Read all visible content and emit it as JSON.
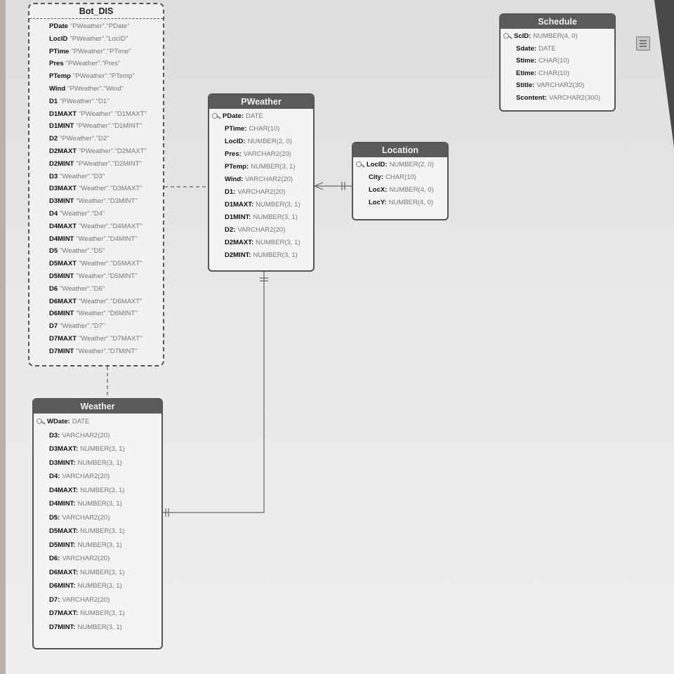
{
  "entities": {
    "bot_dis": {
      "title": "Bot_DIS",
      "columns": [
        {
          "name": "PDate",
          "type": "\"PWeather\".\"PDate\""
        },
        {
          "name": "LocID",
          "type": "\"PWeather\".\"LocID\""
        },
        {
          "name": "PTime",
          "type": "\"PWeather\".\"PTime\""
        },
        {
          "name": "Pres",
          "type": "\"PWeather\".\"Pres\""
        },
        {
          "name": "PTemp",
          "type": "\"PWeather\".\"PTemp\""
        },
        {
          "name": "Wind",
          "type": "\"PWeather\".\"Wind\""
        },
        {
          "name": "D1",
          "type": "\"PWeather\".\"D1\""
        },
        {
          "name": "D1MAXT",
          "type": "\"PWeather\".\"D1MAXT\""
        },
        {
          "name": "D1MINT",
          "type": "\"PWeather\".\"D1MINT\""
        },
        {
          "name": "D2",
          "type": "\"PWeather\".\"D2\""
        },
        {
          "name": "D2MAXT",
          "type": "\"PWeather\".\"D2MAXT\""
        },
        {
          "name": "D2MINT",
          "type": "\"PWeather\".\"D2MINT\""
        },
        {
          "name": "D3",
          "type": "\"Weather\".\"D3\""
        },
        {
          "name": "D3MAXT",
          "type": "\"Weather\".\"D3MAXT\""
        },
        {
          "name": "D3MINT",
          "type": "\"Weather\".\"D3MINT\""
        },
        {
          "name": "D4",
          "type": "\"Weather\".\"D4\""
        },
        {
          "name": "D4MAXT",
          "type": "\"Weather\".\"D4MAXT\""
        },
        {
          "name": "D4MINT",
          "type": "\"Weather\".\"D4MINT\""
        },
        {
          "name": "D5",
          "type": "\"Weather\".\"D5\""
        },
        {
          "name": "D5MAXT",
          "type": "\"Weather\".\"D5MAXT\""
        },
        {
          "name": "D5MINT",
          "type": "\"Weather\".\"D5MINT\""
        },
        {
          "name": "D6",
          "type": "\"Weather\".\"D6\""
        },
        {
          "name": "D6MAXT",
          "type": "\"Weather\".\"D6MAXT\""
        },
        {
          "name": "D6MINT",
          "type": "\"Weather\".\"D6MINT\""
        },
        {
          "name": "D7",
          "type": "\"Weather\".\"D7\""
        },
        {
          "name": "D7MAXT",
          "type": "\"Weather\".\"D7MAXT\""
        },
        {
          "name": "D7MINT",
          "type": "\"Weather\".\"D7MINT\""
        }
      ]
    },
    "pweather": {
      "title": "PWeather",
      "columns": [
        {
          "name": "PDate:",
          "type": "DATE",
          "key": true
        },
        {
          "name": "PTime:",
          "type": "CHAR(10)"
        },
        {
          "name": "LocID:",
          "type": "NUMBER(2, 0)"
        },
        {
          "name": "Pres:",
          "type": "VARCHAR2(20)"
        },
        {
          "name": "PTemp:",
          "type": "NUMBER(3, 1)"
        },
        {
          "name": "Wind:",
          "type": "VARCHAR2(20)"
        },
        {
          "name": "D1:",
          "type": "VARCHAR2(20)"
        },
        {
          "name": "D1MAXT:",
          "type": "NUMBER(3, 1)"
        },
        {
          "name": "D1MINT:",
          "type": "NUMBER(3, 1)"
        },
        {
          "name": "D2:",
          "type": "VARCHAR2(20)"
        },
        {
          "name": "D2MAXT:",
          "type": "NUMBER(3, 1)"
        },
        {
          "name": "D2MINT:",
          "type": "NUMBER(3, 1)"
        }
      ]
    },
    "location": {
      "title": "Location",
      "columns": [
        {
          "name": "LocID:",
          "type": "NUMBER(2, 0)",
          "key": true
        },
        {
          "name": "City:",
          "type": "CHAR(10)"
        },
        {
          "name": "LocX:",
          "type": "NUMBER(4, 0)"
        },
        {
          "name": "LocY:",
          "type": "NUMBER(4, 0)"
        }
      ]
    },
    "schedule": {
      "title": "Schedule",
      "columns": [
        {
          "name": "ScID:",
          "type": "NUMBER(4, 0)",
          "key": true
        },
        {
          "name": "Sdate:",
          "type": "DATE"
        },
        {
          "name": "Stime:",
          "type": "CHAR(10)"
        },
        {
          "name": "Etime:",
          "type": "CHAR(10)"
        },
        {
          "name": "Stitle:",
          "type": "VARCHAR2(30)"
        },
        {
          "name": "Scontent:",
          "type": "VARCHAR2(300)"
        }
      ]
    },
    "weather": {
      "title": "Weather",
      "columns": [
        {
          "name": "WDate:",
          "type": "DATE",
          "key": true
        },
        {
          "name": "D3:",
          "type": "VARCHAR2(20)"
        },
        {
          "name": "D3MAXT:",
          "type": "NUMBER(3, 1)"
        },
        {
          "name": "D3MINT:",
          "type": "NUMBER(3, 1)"
        },
        {
          "name": "D4:",
          "type": "VARCHAR2(20)"
        },
        {
          "name": "D4MAXT:",
          "type": "NUMBER(3, 1)"
        },
        {
          "name": "D4MINT:",
          "type": "NUMBER(3, 1)"
        },
        {
          "name": "D5:",
          "type": "VARCHAR2(20)"
        },
        {
          "name": "D5MAXT:",
          "type": "NUMBER(3, 1)"
        },
        {
          "name": "D5MINT:",
          "type": "NUMBER(3, 1)"
        },
        {
          "name": "D6:",
          "type": "VARCHAR2(20)"
        },
        {
          "name": "D6MAXT:",
          "type": "NUMBER(3, 1)"
        },
        {
          "name": "D6MINT:",
          "type": "NUMBER(3, 1)"
        },
        {
          "name": "D7:",
          "type": "VARCHAR2(20)"
        },
        {
          "name": "D7MAXT:",
          "type": "NUMBER(3, 1)"
        },
        {
          "name": "D7MINT:",
          "type": "NUMBER(3, 1)"
        }
      ]
    }
  }
}
